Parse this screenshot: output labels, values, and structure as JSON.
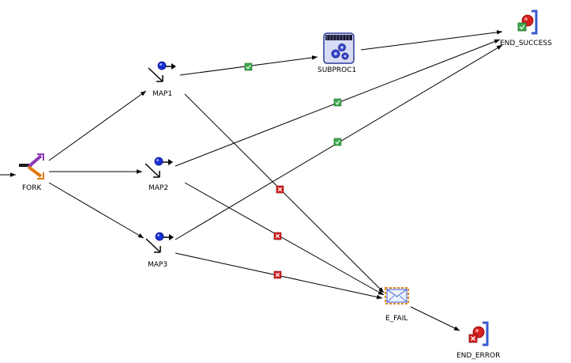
{
  "diagram": {
    "nodes": [
      {
        "id": "fork",
        "label": "FORK",
        "kind": "fork-icon"
      },
      {
        "id": "map1",
        "label": "MAP1",
        "kind": "map-icon"
      },
      {
        "id": "map2",
        "label": "MAP2",
        "kind": "map-icon"
      },
      {
        "id": "map3",
        "label": "MAP3",
        "kind": "map-icon"
      },
      {
        "id": "subproc1",
        "label": "SUBPROC1",
        "kind": "subprocess-icon"
      },
      {
        "id": "end_success",
        "label": "END_SUCCESS",
        "kind": "end-success-icon"
      },
      {
        "id": "e_fail",
        "label": "E_FAIL",
        "kind": "email-icon"
      },
      {
        "id": "end_error",
        "label": "END_ERROR",
        "kind": "end-error-icon"
      }
    ],
    "edges": [
      {
        "from": "entry",
        "to": "fork",
        "status": "none"
      },
      {
        "from": "fork",
        "to": "map1",
        "status": "none"
      },
      {
        "from": "fork",
        "to": "map2",
        "status": "none"
      },
      {
        "from": "fork",
        "to": "map3",
        "status": "none"
      },
      {
        "from": "map1",
        "to": "subproc1",
        "status": "ok"
      },
      {
        "from": "subproc1",
        "to": "end_success",
        "status": "none"
      },
      {
        "from": "map2",
        "to": "end_success",
        "status": "ok"
      },
      {
        "from": "map3",
        "to": "end_success",
        "status": "ok"
      },
      {
        "from": "map1",
        "to": "e_fail",
        "status": "ko"
      },
      {
        "from": "map2",
        "to": "e_fail",
        "status": "ko"
      },
      {
        "from": "map3",
        "to": "e_fail",
        "status": "ko"
      },
      {
        "from": "e_fail",
        "to": "end_error",
        "status": "none"
      }
    ],
    "colors": {
      "ok": "#3aa84a",
      "ko": "#d42020",
      "line": "#000000",
      "map_ball": "#1a2fd6",
      "fork_purple": "#8a3ab8",
      "fork_orange": "#e07a10",
      "subproc_fill": "#d8dcf4",
      "subproc_border": "#2a3a9a",
      "mail_border": "#e08a20",
      "end_red": "#d42020",
      "end_bracket": "#3a5ad0"
    }
  }
}
